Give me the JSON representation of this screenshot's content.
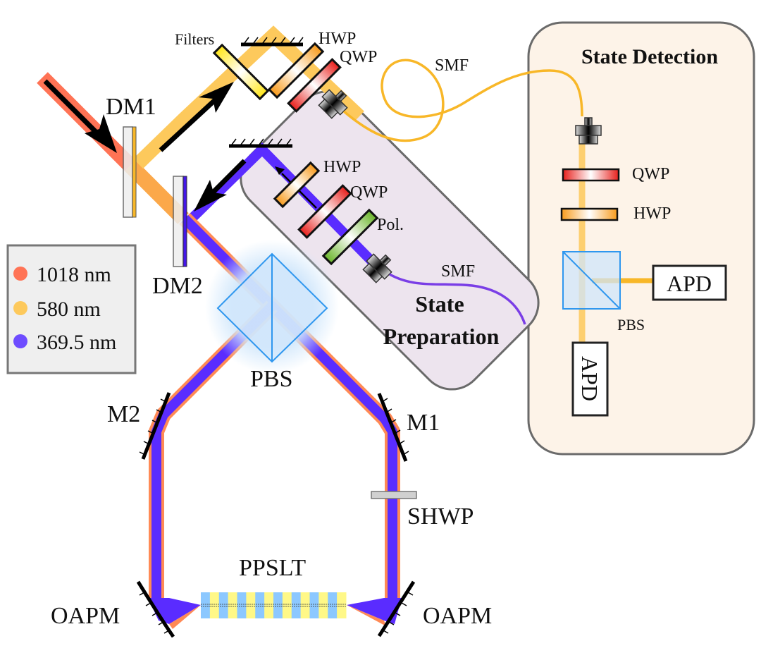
{
  "colors": {
    "ir": "#ff7355",
    "yellow": "#fdc95c",
    "yellow_fiber": "#f8b728",
    "uv": "#5a2cff",
    "uv_fiber": "#7a3ee6",
    "mixed": "#fba84a",
    "pbs_fill": "#cfe6fb",
    "pbs_stroke": "#2f97ef",
    "prep_box": "#ede4ee",
    "detect_box": "#fdf3e8",
    "legend_box": "#efefef",
    "hwp": "#f89b1c",
    "qwp": "#e8201c",
    "pol": "#6bb52b",
    "filter": "#ffe61a",
    "shwp": "#d0d0d0",
    "ppslt_a": "#8cc8ff",
    "ppslt_b": "#fff887"
  },
  "legend": {
    "items": [
      {
        "label": "1018 nm",
        "color": "#ff7355"
      },
      {
        "label": "580 nm",
        "color": "#fdc95c"
      },
      {
        "label": "369.5 nm",
        "color": "#6e4cff"
      }
    ]
  },
  "labels": {
    "dm1": "DM1",
    "dm2": "DM2",
    "filters": "Filters",
    "hwp_top": "HWP",
    "qwp_top": "QWP",
    "smf_top": "SMF",
    "hwp_prep": "HWP",
    "qwp_prep": "QWP",
    "pol_prep": "Pol.",
    "smf_prep": "SMF",
    "prep_title_1": "State",
    "prep_title_2": "Preparation",
    "detect_title": "State Detection",
    "qwp_detect": "QWP",
    "hwp_detect": "HWP",
    "pbs_detect": "PBS",
    "apd_right": "APD",
    "apd_bottom": "APD",
    "pbs_main": "PBS",
    "m1": "M1",
    "m2": "M2",
    "shwp": "SHWP",
    "ppslt": "PPSLT",
    "oapm_left": "OAPM",
    "oapm_right": "OAPM"
  }
}
